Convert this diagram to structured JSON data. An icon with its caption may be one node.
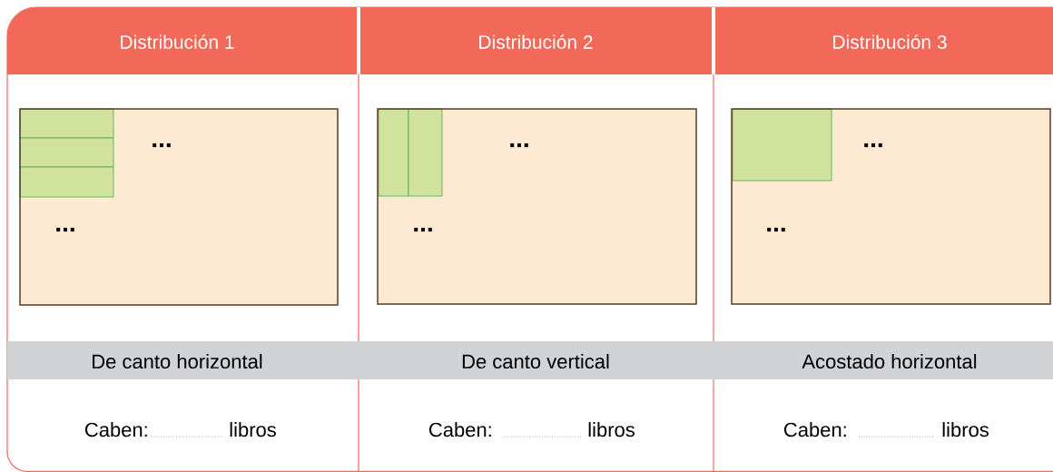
{
  "diagram": {
    "labels": [
      "Distribución 1",
      "Distribución 2",
      "Distribución 3",
      "...",
      "...",
      "...",
      "...",
      "...",
      "...",
      "De canto horizontal",
      "De canto vertical",
      "Acostado horizontal",
      "Caben:",
      "libros",
      "Caben:",
      "libros",
      "Caben:",
      "libros"
    ]
  }
}
